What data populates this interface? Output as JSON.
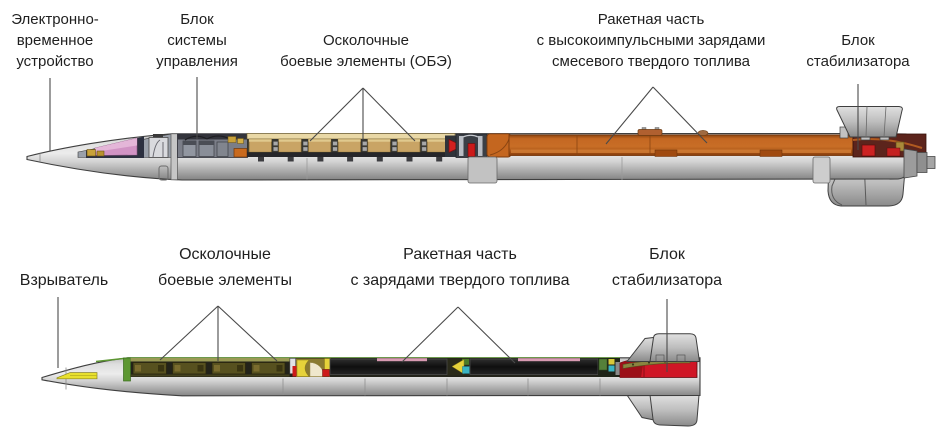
{
  "top_rocket": {
    "labels": [
      {
        "id": "electronic-timer",
        "text": "Электронно-\nвременное\nустройство"
      },
      {
        "id": "control-system",
        "text": "Блок\nсистемы\nуправления"
      },
      {
        "id": "frag-elements",
        "text": "Осколочные\nбоевые элементы (ОБЭ)"
      },
      {
        "id": "motor",
        "text": "Ракетная часть\nс высокоимпульсными зарядами\nсмесевого твердого топлива"
      },
      {
        "id": "stabilizer",
        "text": "Блок\nстабилизатора"
      }
    ]
  },
  "bottom_rocket": {
    "labels": [
      {
        "id": "fuze",
        "text": "Взрыватель"
      },
      {
        "id": "frag-elements",
        "text": "Осколочные\nбоевые элементы"
      },
      {
        "id": "motor",
        "text": "Ракетная часть\nс зарядами твердого топлива"
      },
      {
        "id": "stabilizer",
        "text": "Блок\nстабилизатора"
      }
    ]
  },
  "colors": {
    "background": "#ffffff",
    "text": "#1f1f1f",
    "leader_line": "#4a4a4a",
    "body_gray": "#c9c9c9",
    "motor_orange": "#c2611c",
    "frag_tan": "#c9a465",
    "timer_pink": "#d193c4",
    "charge_black": "#141414",
    "frag_olive": "#57511f",
    "frame_green": "#5d9732",
    "tail_red": "#cf1626",
    "fuze_yellow": "#e8e02e",
    "accent_red": "#cc1a1a"
  }
}
